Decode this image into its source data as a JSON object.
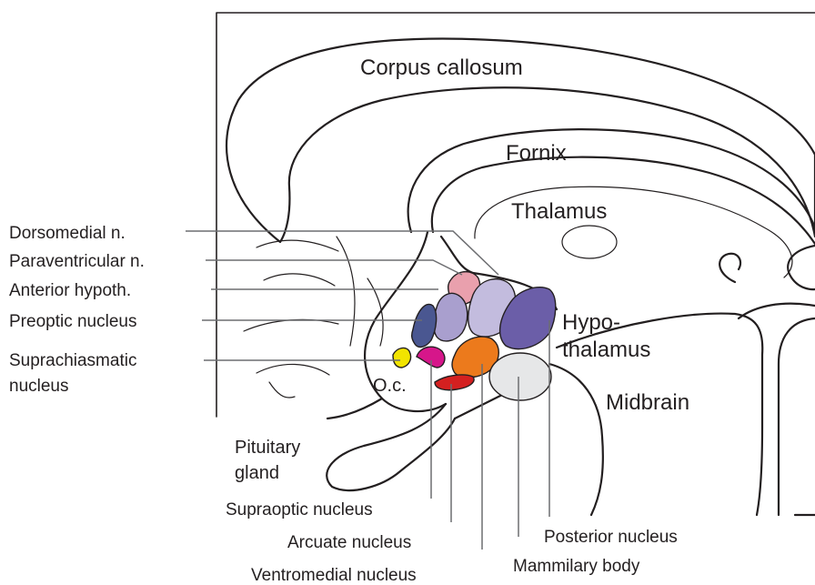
{
  "regions": {
    "corpus_callosum": "Corpus callosum",
    "fornix": "Fornix",
    "thalamus": "Thalamus",
    "hypothalamus_line1": "Hypo-",
    "hypothalamus_line2": "thalamus",
    "midbrain": "Midbrain",
    "optic_chiasm": "O.c.",
    "pituitary_line1": "Pituitary",
    "pituitary_line2": "gland"
  },
  "left_labels": {
    "dorsomedial": "Dorsomedial n.",
    "paraventricular": "Paraventricular n.",
    "anterior": "Anterior hypoth.",
    "preoptic": "Preoptic nucleus",
    "suprachiasmatic_line1": "Suprachiasmatic",
    "suprachiasmatic_line2": "nucleus"
  },
  "bottom_labels": {
    "supraoptic": "Supraoptic nucleus",
    "arcuate": "Arcuate nucleus",
    "ventromedial": "Ventromedial nucleus",
    "posterior": "Posterior nucleus",
    "mammillary": "Mammilary body"
  },
  "colors": {
    "outline": "#231f20",
    "leader": "#6d6e71",
    "paraventricular": "#e9a0ad",
    "anterior": "#a99fce",
    "dorsomedial": "#c3bcde",
    "posterior": "#6b5ea8",
    "preoptic": "#4a5791",
    "suprachiasmatic": "#f2e400",
    "supraoptic": "#d6168a",
    "ventromedial": "#ec7a1c",
    "arcuate": "#d42020",
    "mammillary": "#e6e7e8"
  }
}
